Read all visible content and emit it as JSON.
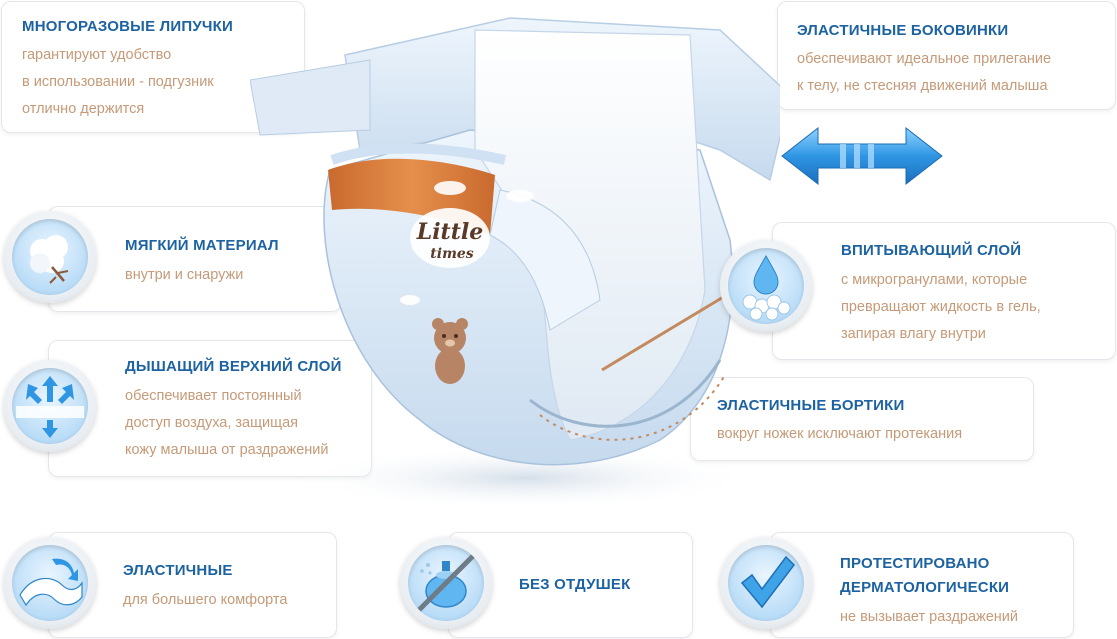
{
  "colors": {
    "title": "#1d63a2",
    "desc": "#c59a78",
    "card_border": "#e3e7ec",
    "accent_blue": "#3fa3e8"
  },
  "features": {
    "tabs": {
      "title": "МНОГОРАЗОВЫЕ ЛИПУЧКИ",
      "lines": [
        "гарантируют удобство",
        "в использовании - подгузник",
        "отлично держится"
      ]
    },
    "sides": {
      "title": "ЭЛАСТИЧНЫЕ БОКОВИНКИ",
      "lines": [
        "обеспечивают идеальное прилегание",
        "к телу, не стесняя движений малыша"
      ]
    },
    "soft": {
      "title": "МЯГКИЙ МАТЕРИАЛ",
      "lines": [
        "внутри и снаружи"
      ],
      "icon": "cotton-icon"
    },
    "absorb": {
      "title": "ВПИТЫВАЮЩИЙ СЛОЙ",
      "lines": [
        "с микрогранулами, которые",
        "превращают жидкость в гель,",
        "запирая влагу внутри"
      ],
      "icon": "droplet-granules-icon"
    },
    "breathable": {
      "title": "ДЫШАЩИЙ ВЕРХНИЙ СЛОЙ",
      "lines": [
        "обеспечивает постоянный",
        "доступ воздуха, защищая",
        "кожу малыша от раздражений"
      ],
      "icon": "airflow-arrows-icon"
    },
    "cuffs": {
      "title": "ЭЛАСТИЧНЫЕ БОРТИКИ",
      "lines": [
        "вокруг ножек исключают протекания"
      ]
    },
    "elastic": {
      "title": "ЭЛАСТИЧНЫЕ",
      "lines": [
        "для большего комфорта"
      ],
      "icon": "stretch-layer-icon"
    },
    "nofragrance": {
      "title": "БЕЗ ОТДУШЕК",
      "lines": [],
      "icon": "no-perfume-icon"
    },
    "derma": {
      "title_lines": [
        "ПРОТЕСТИРОВАНО",
        "ДЕРМАТОЛОГИЧЕСКИ"
      ],
      "lines": [
        "не вызывает раздражений"
      ],
      "icon": "checkmark-icon"
    }
  },
  "brand": {
    "line1": "Little",
    "line2": "times"
  }
}
